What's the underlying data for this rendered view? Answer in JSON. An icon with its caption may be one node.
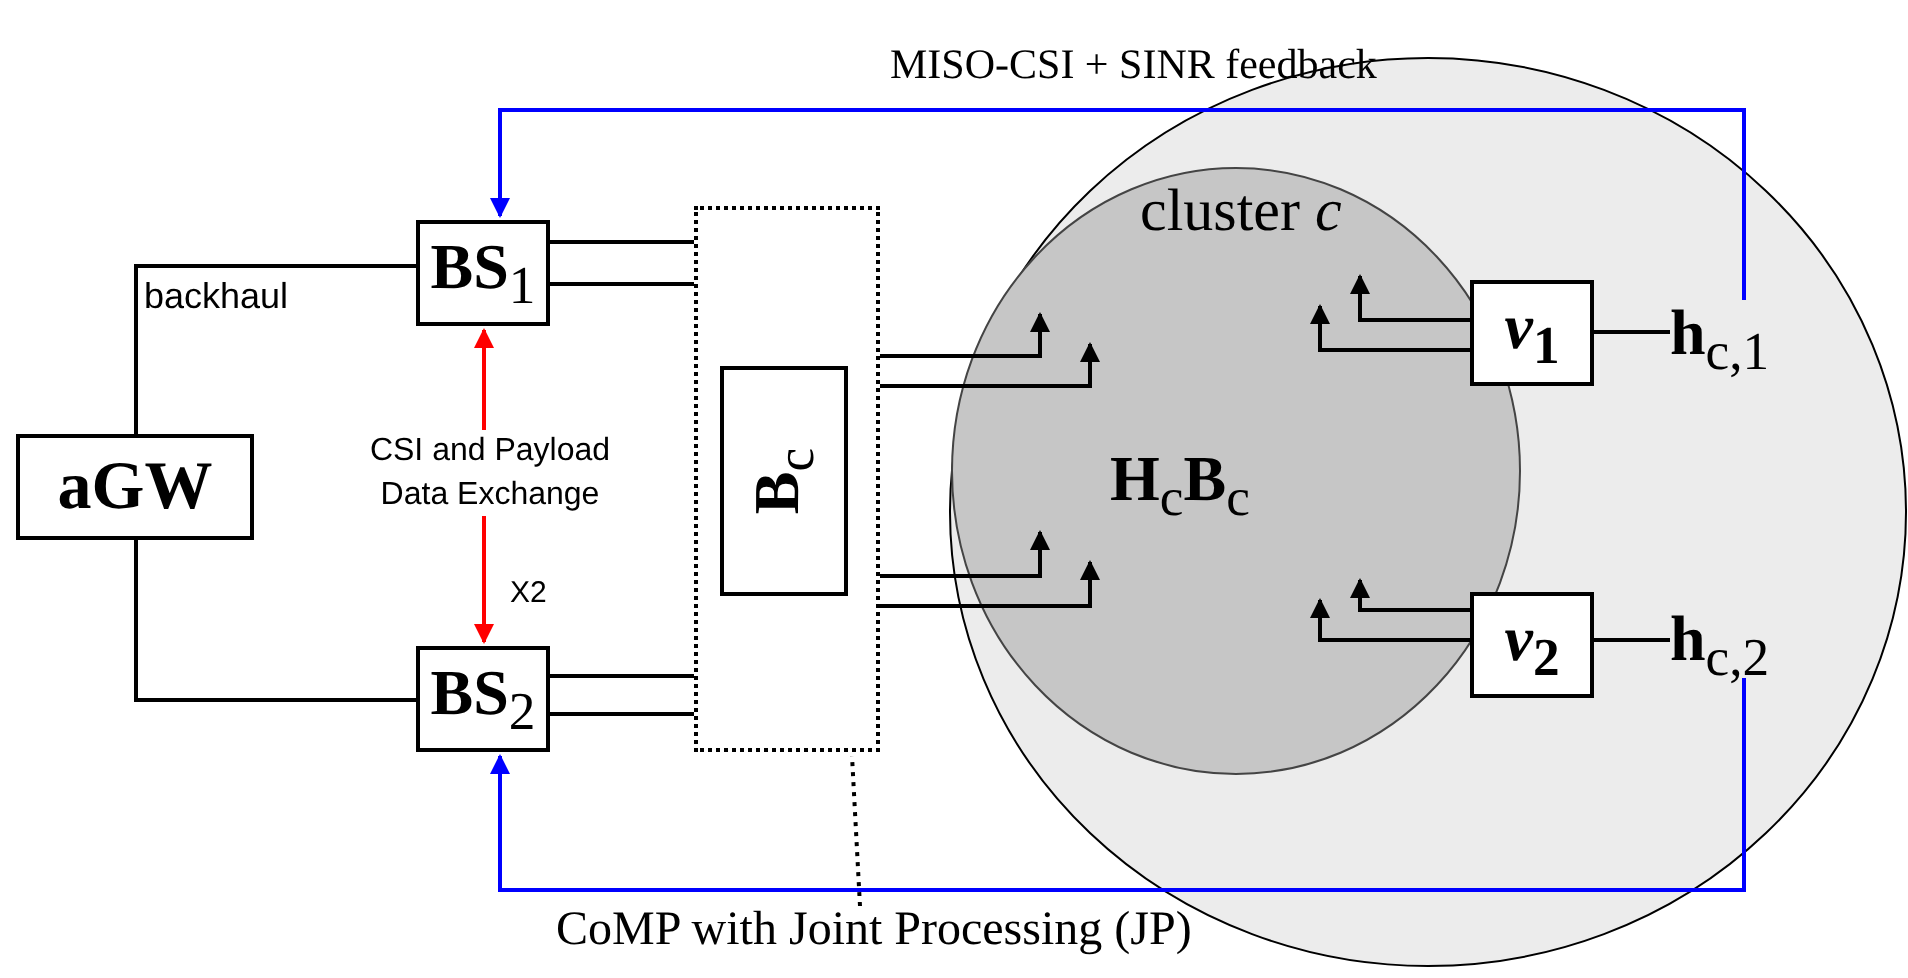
{
  "diagram": {
    "nodes": [
      {
        "text": [
          "aGW"
        ]
      },
      {
        "text": [
          "**BS**$_{1}$"
        ]
      },
      {
        "text": [
          "**BS**$_{2}$"
        ]
      },
      {
        "text": [],
        "shape": "box"
      },
      {
        "text": [
          "**B**$_{c}$"
        ],
        "in": 3
      },
      {
        "text": [],
        "shape": "circle"
      },
      {
        "text": [
          "cluster *c*",
          "**H**$_{c}$**B**$_{c}$"
        ],
        "in": 5
      },
      {
        "text": [
          "*v*$_{1}$"
        ],
        "in": 5
      },
      {
        "text": [
          "**h**$_{c,1}$"
        ],
        "in": 5
      },
      {
        "text": [
          "*v*$_{2}$"
        ],
        "in": 5
      },
      {
        "text": [
          "**h**$_{c,2}$"
        ],
        "in": 5
      },
      {
        "text": [
          "CoMP with Joint Processing (JP)"
        ]
      }
    ],
    "edges": [
      {
        "from": 0,
        "to": 1,
        "arrow": "none"
      },
      {
        "from": 0,
        "to": 2,
        "arrow": "none"
      },
      {
        "from": 1,
        "to": 2,
        "arrow": "both",
        "color": "#ff0000",
        "label": "CSI and Payload Data Exchange"
      },
      {
        "from": 1,
        "to": 3,
        "arrow": "none"
      },
      {
        "from": 1,
        "to": 3,
        "arrow": "none"
      },
      {
        "from": 2,
        "to": 3,
        "arrow": "none"
      },
      {
        "from": 2,
        "to": 3,
        "arrow": "none"
      },
      {
        "from": 3,
        "to": 6,
        "arrow": "to"
      },
      {
        "from": 3,
        "to": 6,
        "arrow": "to"
      },
      {
        "from": 3,
        "to": 6,
        "arrow": "to"
      },
      {
        "from": 3,
        "to": 6,
        "arrow": "to"
      },
      {
        "from": 7,
        "to": 6,
        "arrow": "to"
      },
      {
        "from": 7,
        "to": 6,
        "arrow": "to"
      },
      {
        "from": 9,
        "to": 6,
        "arrow": "to"
      },
      {
        "from": 9,
        "to": 6,
        "arrow": "to"
      },
      {
        "from": 7,
        "to": 8,
        "arrow": "none"
      },
      {
        "from": 9,
        "to": 10,
        "arrow": "none"
      },
      {
        "from": 8,
        "to": 1,
        "arrow": "to",
        "color": "#0000ff",
        "label": "MISO-CSI + SINR feedback"
      },
      {
        "from": 10,
        "to": 2,
        "arrow": "to",
        "color": "#0000ff"
      },
      {
        "from": 11,
        "to": 3,
        "arrow": "none",
        "style": "dashed"
      }
    ],
    "labels": [
      "backhaul",
      "X2"
    ]
  }
}
